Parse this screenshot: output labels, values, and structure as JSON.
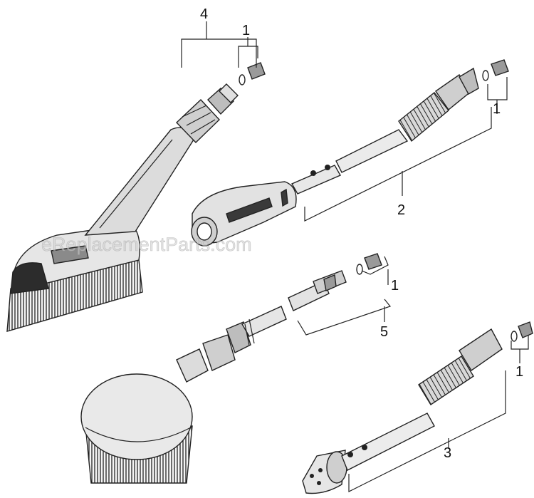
{
  "watermark": "eReplacementParts.com",
  "callouts": [
    "4",
    "1",
    "1",
    "2",
    "1",
    "5",
    "1",
    "3"
  ],
  "colors": {
    "line": "#222222",
    "fill_light": "#e8e8e8",
    "fill_mid": "#bdbdbd",
    "fill_dark": "#333333",
    "watermark": "#cfcfcf"
  }
}
